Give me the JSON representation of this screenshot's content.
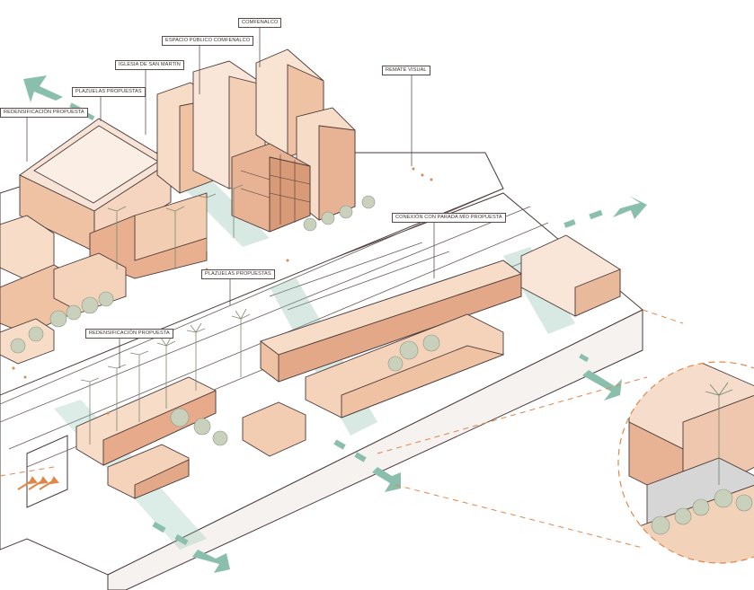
{
  "colors": {
    "building_light": "#f7dcc8",
    "building_mid": "#efc2a3",
    "building_dark": "#e2a888",
    "outline": "#4a3a3a",
    "green_arrow": "#8bbfad",
    "orange_accent": "#e0874a",
    "tree": "#b9c4ad"
  },
  "labels": {
    "comfenalco": "COMFENALCO",
    "espacio_publico": "ESPACIO PÚBLICO COMFENALCO",
    "iglesia": "IGLESIA DE SAN MARTÍN",
    "plazuelas_top": "PLAZUELAS PROPUESTAS",
    "redensificacion_top": "REDENSIFICACIÓN PROPUESTA",
    "remate_visual": "REMATE VISUAL",
    "conexion": "CONEXIÓN CON PARADA MÍO PROPUESTA",
    "plazuelas_mid": "PLAZUELAS PROPUESTAS",
    "redensificacion_mid": "REDENSIFICACIÓN PROPUESTA"
  }
}
